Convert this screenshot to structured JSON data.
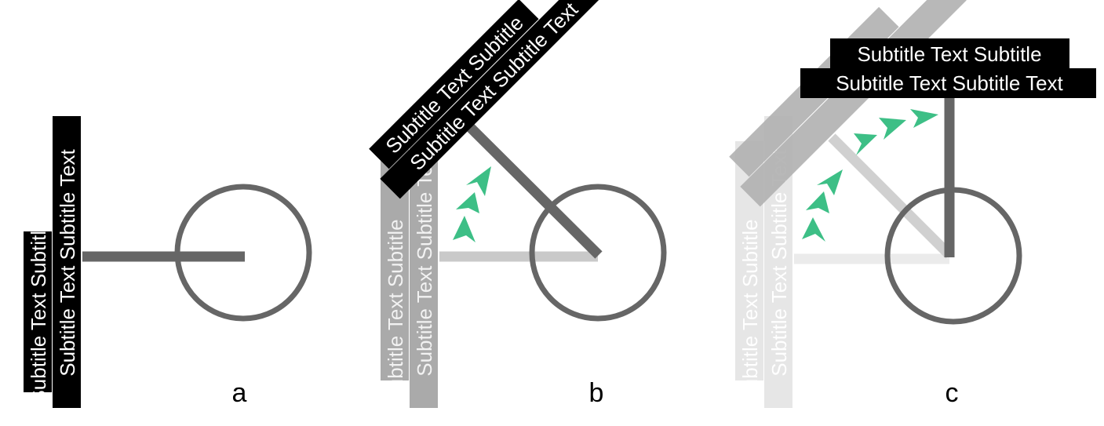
{
  "panels": [
    {
      "label": "a",
      "subtitle": {
        "line1": "Subtitle Text Subtitle",
        "line2": "Subtitle Text Subtitle Text"
      }
    },
    {
      "label": "b",
      "subtitle": {
        "line1": "Subtitle Text Subtitle",
        "line2": "Subtitle Text Subtitle Text"
      },
      "ghost_subtitle": {
        "line1": "Subtitle Text Subtitle",
        "line2": "Subtitle Text Subtitle Text"
      }
    },
    {
      "label": "c",
      "subtitle": {
        "line1": "Subtitle Text Subtitle",
        "line2": "Subtitle Text Subtitle Text"
      },
      "ghost_subtitle": {
        "line1": "Subtitle Text Subtitle",
        "line2": "Subtitle Text Subtitle Text"
      }
    }
  ],
  "colors": {
    "stroke": "#666666",
    "ghost_stroke_1": "#c9c9c9",
    "ghost_stroke_2": "#e8e8e8",
    "arrow": "#3dbf86",
    "caption_bg": "#000000",
    "caption_text": "#ffffff",
    "ghost_caption_1": "#aaaaaa",
    "ghost_caption_2": "#dddddd"
  }
}
